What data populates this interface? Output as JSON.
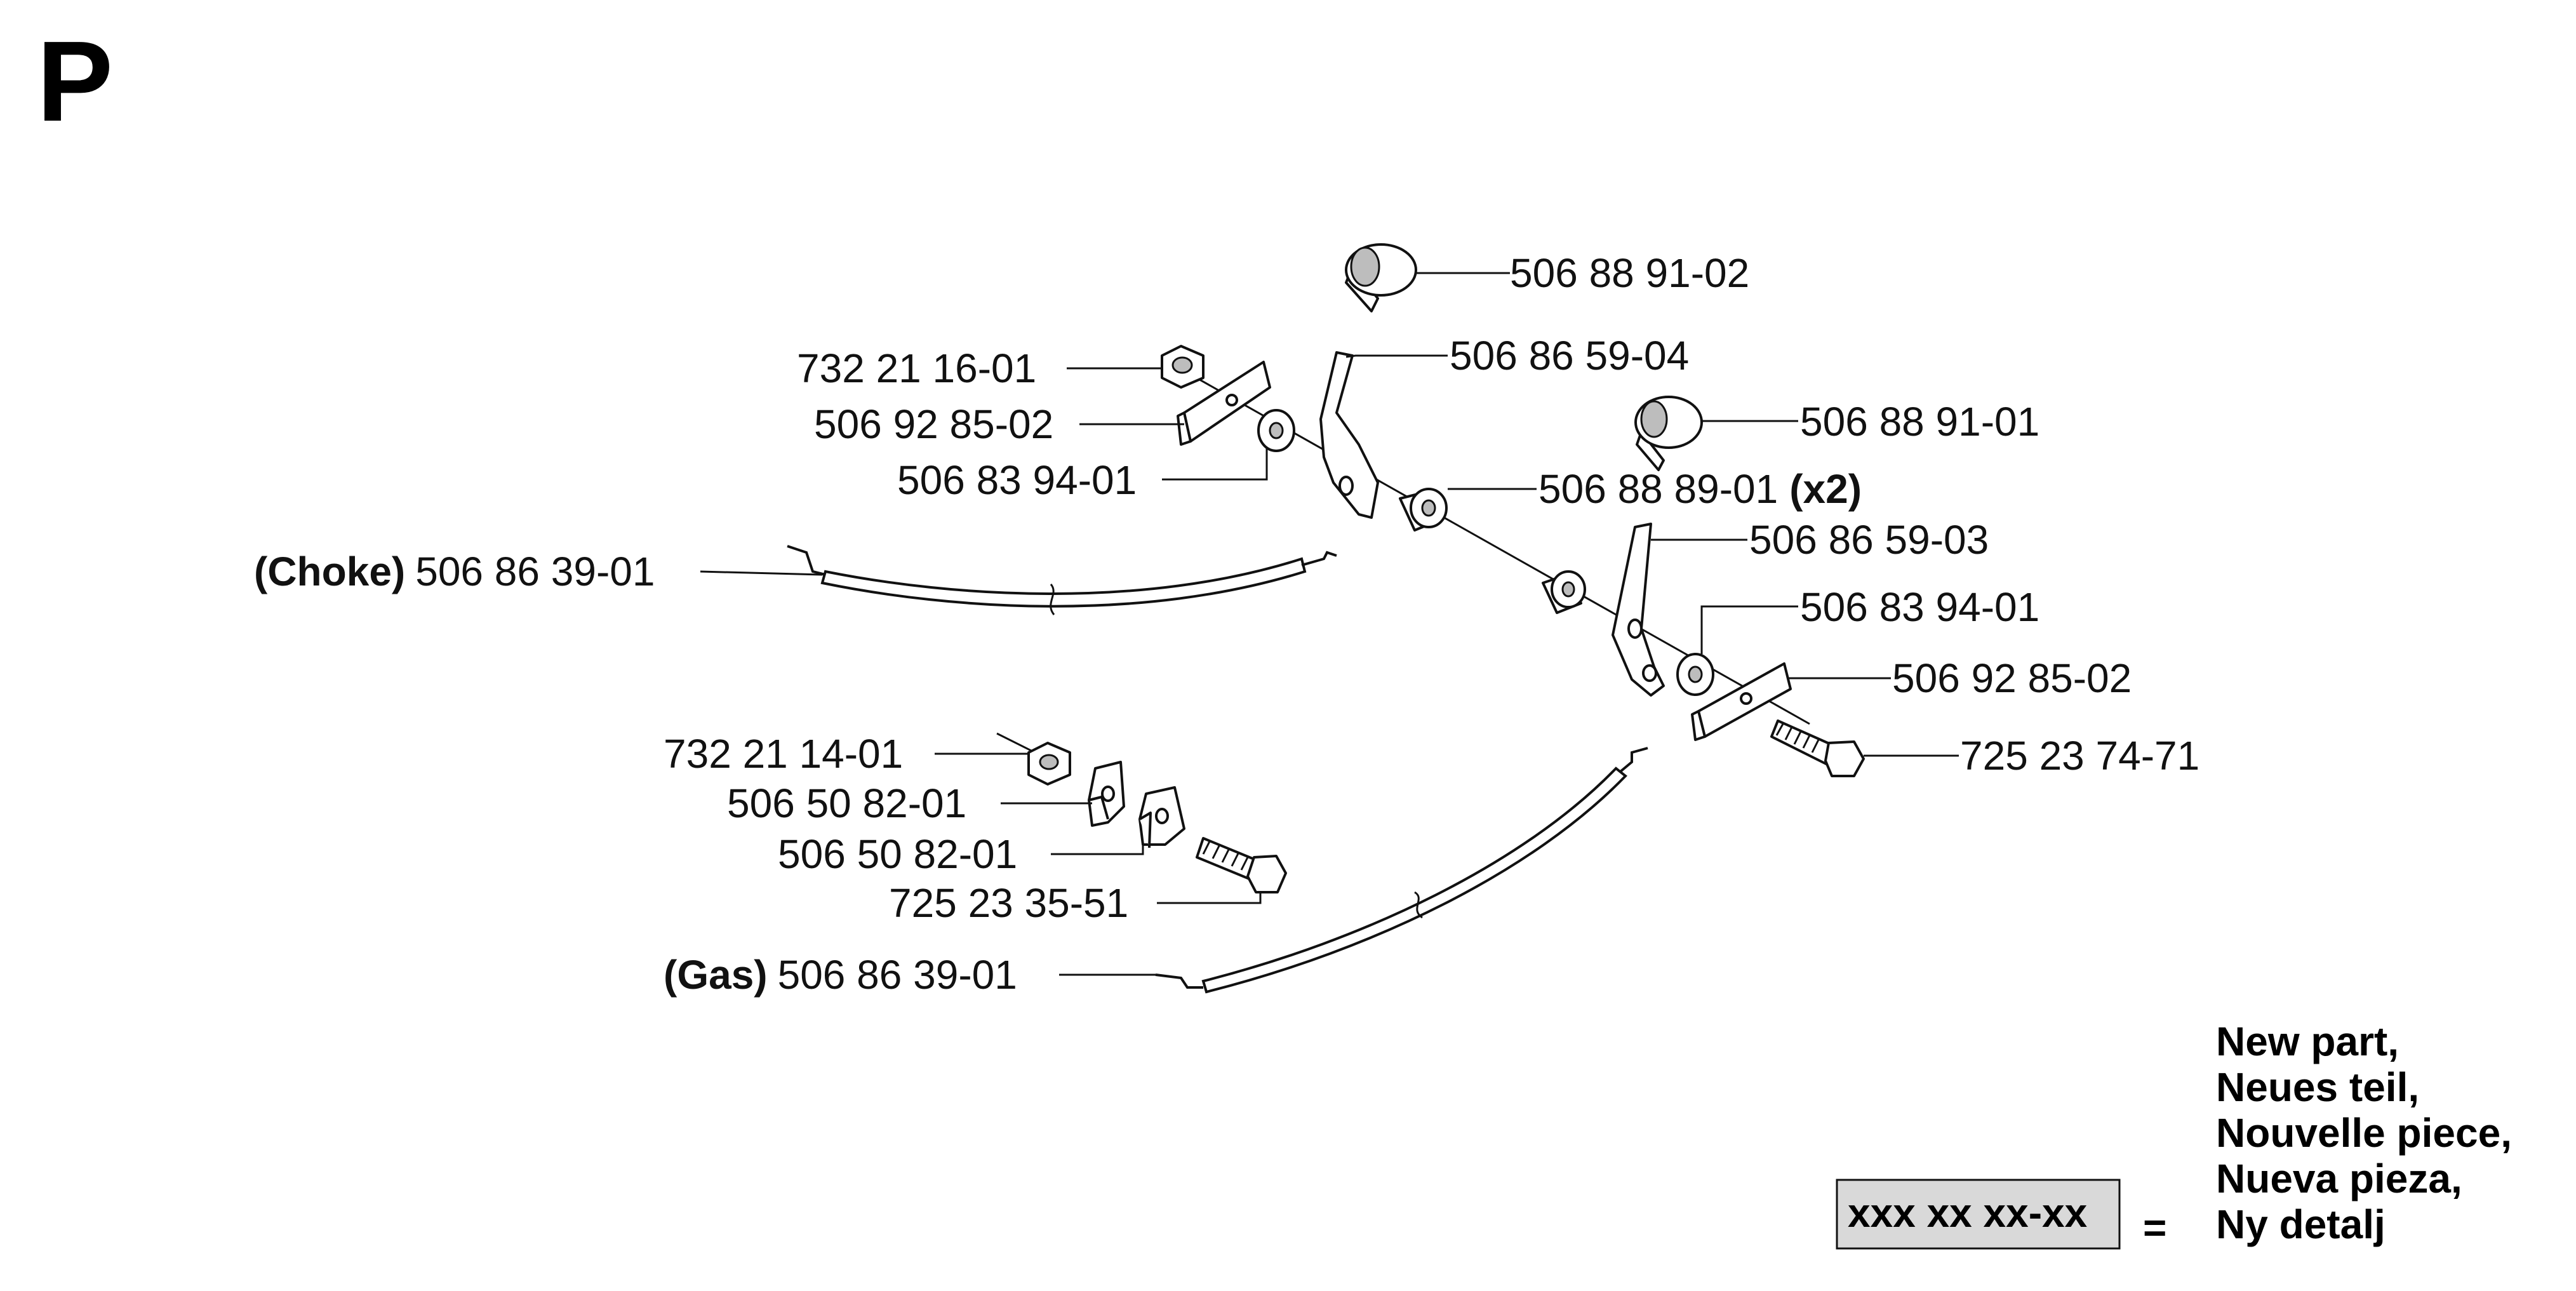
{
  "section_letter": "P",
  "labels": {
    "knob_top": "506 88 91-02",
    "nut_top": "732 21 16-01",
    "lever_upper": "506 86 59-04",
    "plate_upper": "506 92 85-02",
    "knob_right": "506 88 91-01",
    "washer_upper": "506 83 94-01",
    "spacer": "506 88 89-01",
    "spacer_qty": "(x2)",
    "lever_lower": "506 86 59-03",
    "washer_lower": "506 83 94-01",
    "plate_lower": "506 92 85-02",
    "bolt_right": "725 23 74-71",
    "choke_prefix": "(Choke)",
    "choke_cable": "506 86 39-01",
    "nut_left": "732 21 14-01",
    "clamp_1": "506 50 82-01",
    "clamp_2": "506 50 82-01",
    "bolt_left": "725 23 35-51",
    "gas_prefix": "(Gas)",
    "gas_cable": "506 86 39-01"
  },
  "legend": {
    "box_text": "xxx xx xx-xx",
    "equals": "=",
    "lines": [
      "New part,",
      "Neues teil,",
      "Nouvelle piece,",
      "Nueva pieza,",
      "Ny detalj"
    ]
  },
  "colors": {
    "line": "#111111",
    "legend_fill": "#d9d9d9"
  }
}
